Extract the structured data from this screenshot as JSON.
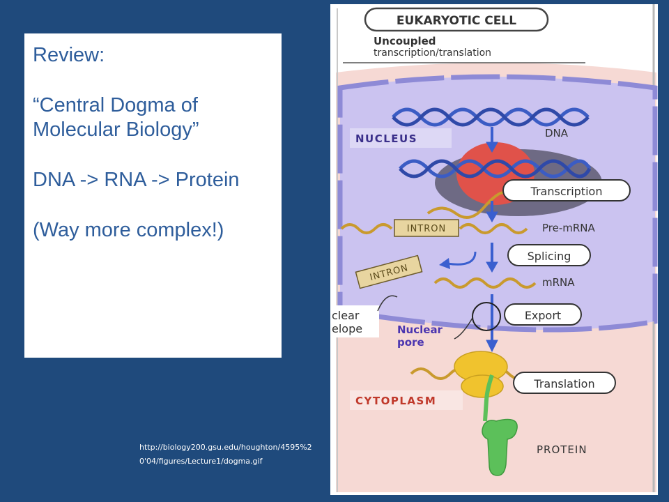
{
  "slide": {
    "background": "#1f4a7c",
    "text_color": "#2e5d9b",
    "review": "Review:",
    "dogma_title": "“Central Dogma of Molecular Biology”",
    "flow": "DNA -> RNA -> Protein",
    "note": "(Way more complex!)",
    "source_url": "http://biology200.gsu.edu/houghton/4595%20'04/figures/Lecture1/dogma.gif"
  },
  "diagram": {
    "cell_label": "EUKARYOTIC CELL",
    "subtitle_1": "Uncoupled",
    "subtitle_2": "transcription/translation",
    "nucleus": "NUCLEUS",
    "cytoplasm": "CYTOPLASM",
    "intron": "INTRON",
    "nuclear_envelope_1": "clear",
    "nuclear_envelope_2": "elope",
    "nuclear_pore_1": "Nuclear",
    "nuclear_pore_2": "pore",
    "labels": {
      "dna": "DNA",
      "transcription": "Transcription",
      "pre_mrna": "Pre-mRNA",
      "splicing": "Splicing",
      "mrna": "mRNA",
      "export": "Export",
      "translation": "Translation",
      "protein": "PROTEIN"
    },
    "colors": {
      "cytoplasm": "#f6d9d4",
      "nucleus": "#cbc3f0",
      "nucleolus": "#6e6a84",
      "polymerase": "#e0524a",
      "dna": "#3b5cc4",
      "rna": "#c99a2e",
      "arrow": "#3a5fcf",
      "ribosome": "#f0c32e",
      "protein": "#5cc05a",
      "label_purple": "#3a2f8a"
    }
  }
}
